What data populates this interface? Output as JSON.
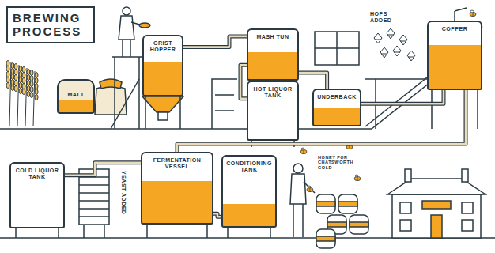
{
  "diagram": {
    "title": "BREWING PROCESS",
    "nodes": [
      {
        "text": [
          "MALT"
        ]
      },
      {
        "text": [
          "GRIST HOPPER"
        ]
      },
      {
        "text": [
          "MASH TUN"
        ]
      },
      {
        "text": [
          "HOT LIQUOR TANK"
        ]
      },
      {
        "text": [
          "UNDERBACK"
        ]
      },
      {
        "text": [
          "COPPER"
        ]
      },
      {
        "text": [
          "COLD LIQUOR TANK"
        ]
      },
      {
        "text": [
          "FERMENTATION VESSEL"
        ]
      },
      {
        "text": [
          "CONDITIONING TANK"
        ]
      }
    ],
    "edges": [
      {
        "from": 1,
        "to": 2,
        "arrow": "none"
      },
      {
        "from": 3,
        "to": 2,
        "arrow": "none"
      },
      {
        "from": 2,
        "to": 4,
        "arrow": "none"
      },
      {
        "from": 4,
        "to": 5,
        "arrow": "none"
      },
      {
        "from": 5,
        "to": 7,
        "arrow": "none"
      },
      {
        "from": 6,
        "to": 7,
        "arrow": "none"
      },
      {
        "from": 7,
        "to": 8,
        "arrow": "none"
      }
    ],
    "labels": [
      "HOPS ADDED",
      "YEAST ADDED",
      "HONEY FOR CHATSWORTH GOLD"
    ]
  }
}
